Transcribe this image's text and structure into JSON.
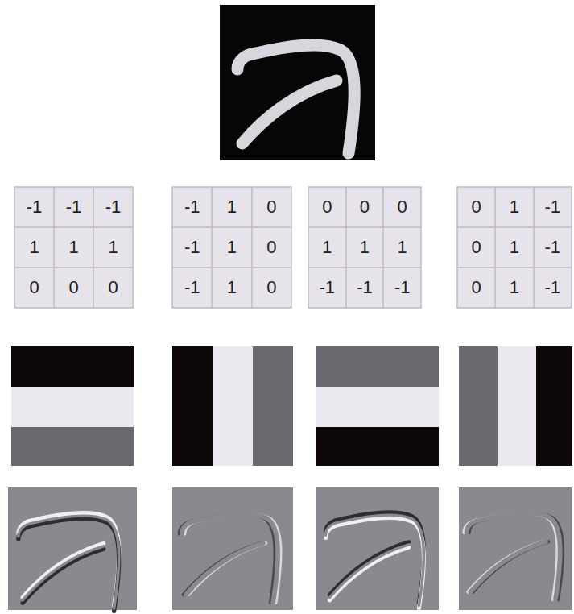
{
  "diagram": {
    "labels": [
      "-1",
      "-1",
      "-1",
      "1",
      "1",
      "1",
      "0",
      "0",
      "0",
      "-1",
      "1",
      "0",
      "-1",
      "1",
      "0",
      "-1",
      "1",
      "0",
      "0",
      "0",
      "0",
      "1",
      "1",
      "1",
      "-1",
      "-1",
      "-1",
      "0",
      "1",
      "-1",
      "0",
      "1",
      "-1",
      "0",
      "1",
      "-1"
    ]
  }
}
